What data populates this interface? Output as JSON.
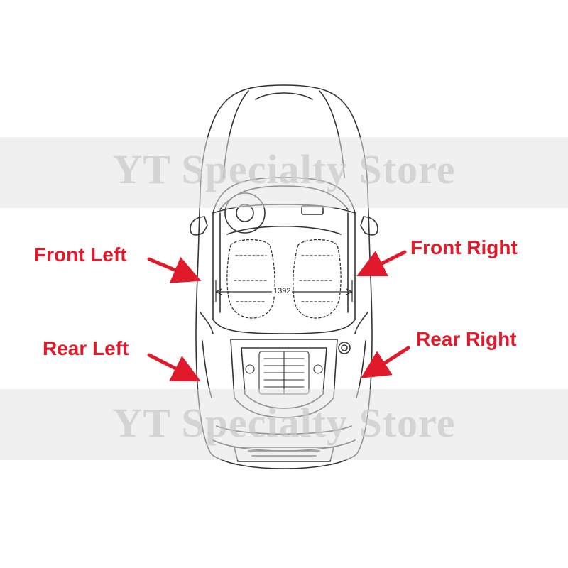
{
  "watermark": {
    "text": "YT Specialty Store"
  },
  "labels": {
    "front_left": "Front Left",
    "front_right": "Front Right",
    "rear_left": "Rear Left",
    "rear_right": "Rear Right"
  },
  "dimension": {
    "width_value": "1392"
  },
  "colors": {
    "label_red": "#e01a2b",
    "arrow_red": "#e01a2b",
    "line_gray": "#333333"
  }
}
